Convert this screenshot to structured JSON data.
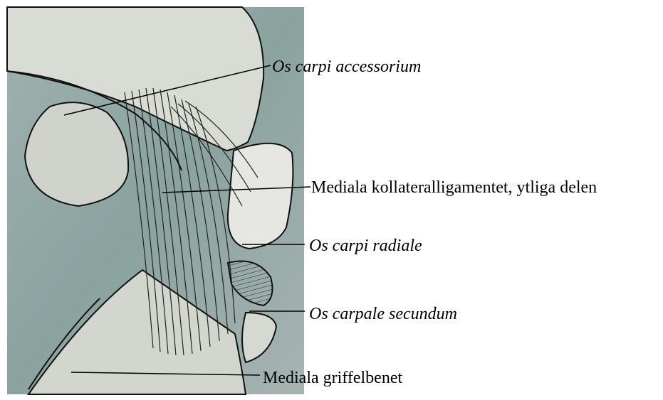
{
  "labels": {
    "os_carpi_accessorium": "Os carpi accessorium",
    "medial_collateral": "Mediala kollateralligamentet, ytliga delen",
    "os_carpi_radiale": "Os carpi radiale",
    "os_carpale_secundum": "Os carpale secundum",
    "mediala_griffelbenet": "Mediala griffelbenet"
  },
  "colors": {
    "photo_background": "#8fa6a2",
    "bone_fill": "#d6d9d2",
    "ink": "#111111",
    "label_text": "#000000"
  }
}
